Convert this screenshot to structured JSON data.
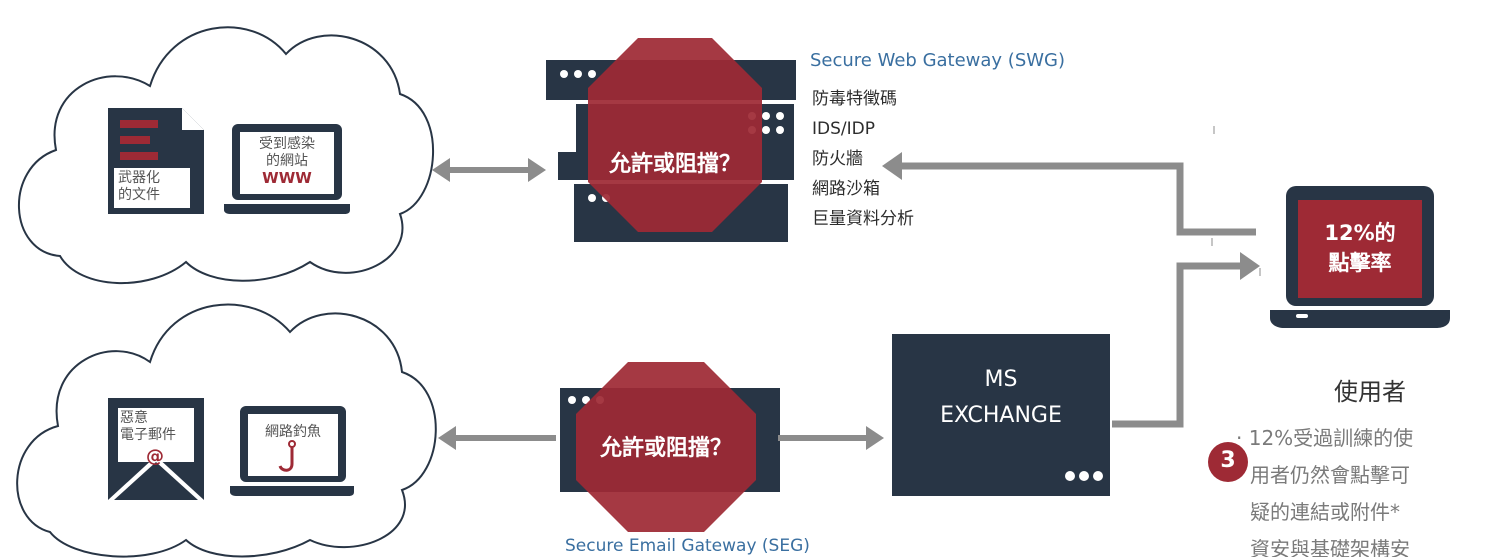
{
  "swg": {
    "title": "Secure Web Gateway (SWG)",
    "features": [
      "防毒特徵碼",
      "IDS/IDP",
      "防火牆",
      "網路沙箱",
      "巨量資料分析"
    ],
    "decision": "允許或阻擋？"
  },
  "seg": {
    "title": "Secure Email Gateway (SEG)",
    "decision": "允許或阻擋？"
  },
  "web_threats": {
    "doc_label_1": "武器化",
    "doc_label_2": "的文件",
    "site_label_1": "受到感染",
    "site_label_2": "的網站",
    "www": "WWW"
  },
  "email_threats": {
    "mail_label_1": "惡意",
    "mail_label_2": "電子郵件",
    "at": "@",
    "phish_label": "網路釣魚"
  },
  "exchange": {
    "line_1": "MS",
    "line_2": "EXCHANGE"
  },
  "user": {
    "click_rate_1": "12%的",
    "click_rate_2": "點擊率",
    "label": "使用者",
    "step": "3",
    "note_lines": [
      "12%受過訓練的使",
      "用者仍然會點擊可",
      "疑的連結或附件*",
      "資安與基礎架構安"
    ]
  },
  "colors": {
    "navy": "#283545",
    "red": "#9e2a35",
    "gray_arrow": "#8c8c8c",
    "link_blue": "#3a6fa0"
  }
}
